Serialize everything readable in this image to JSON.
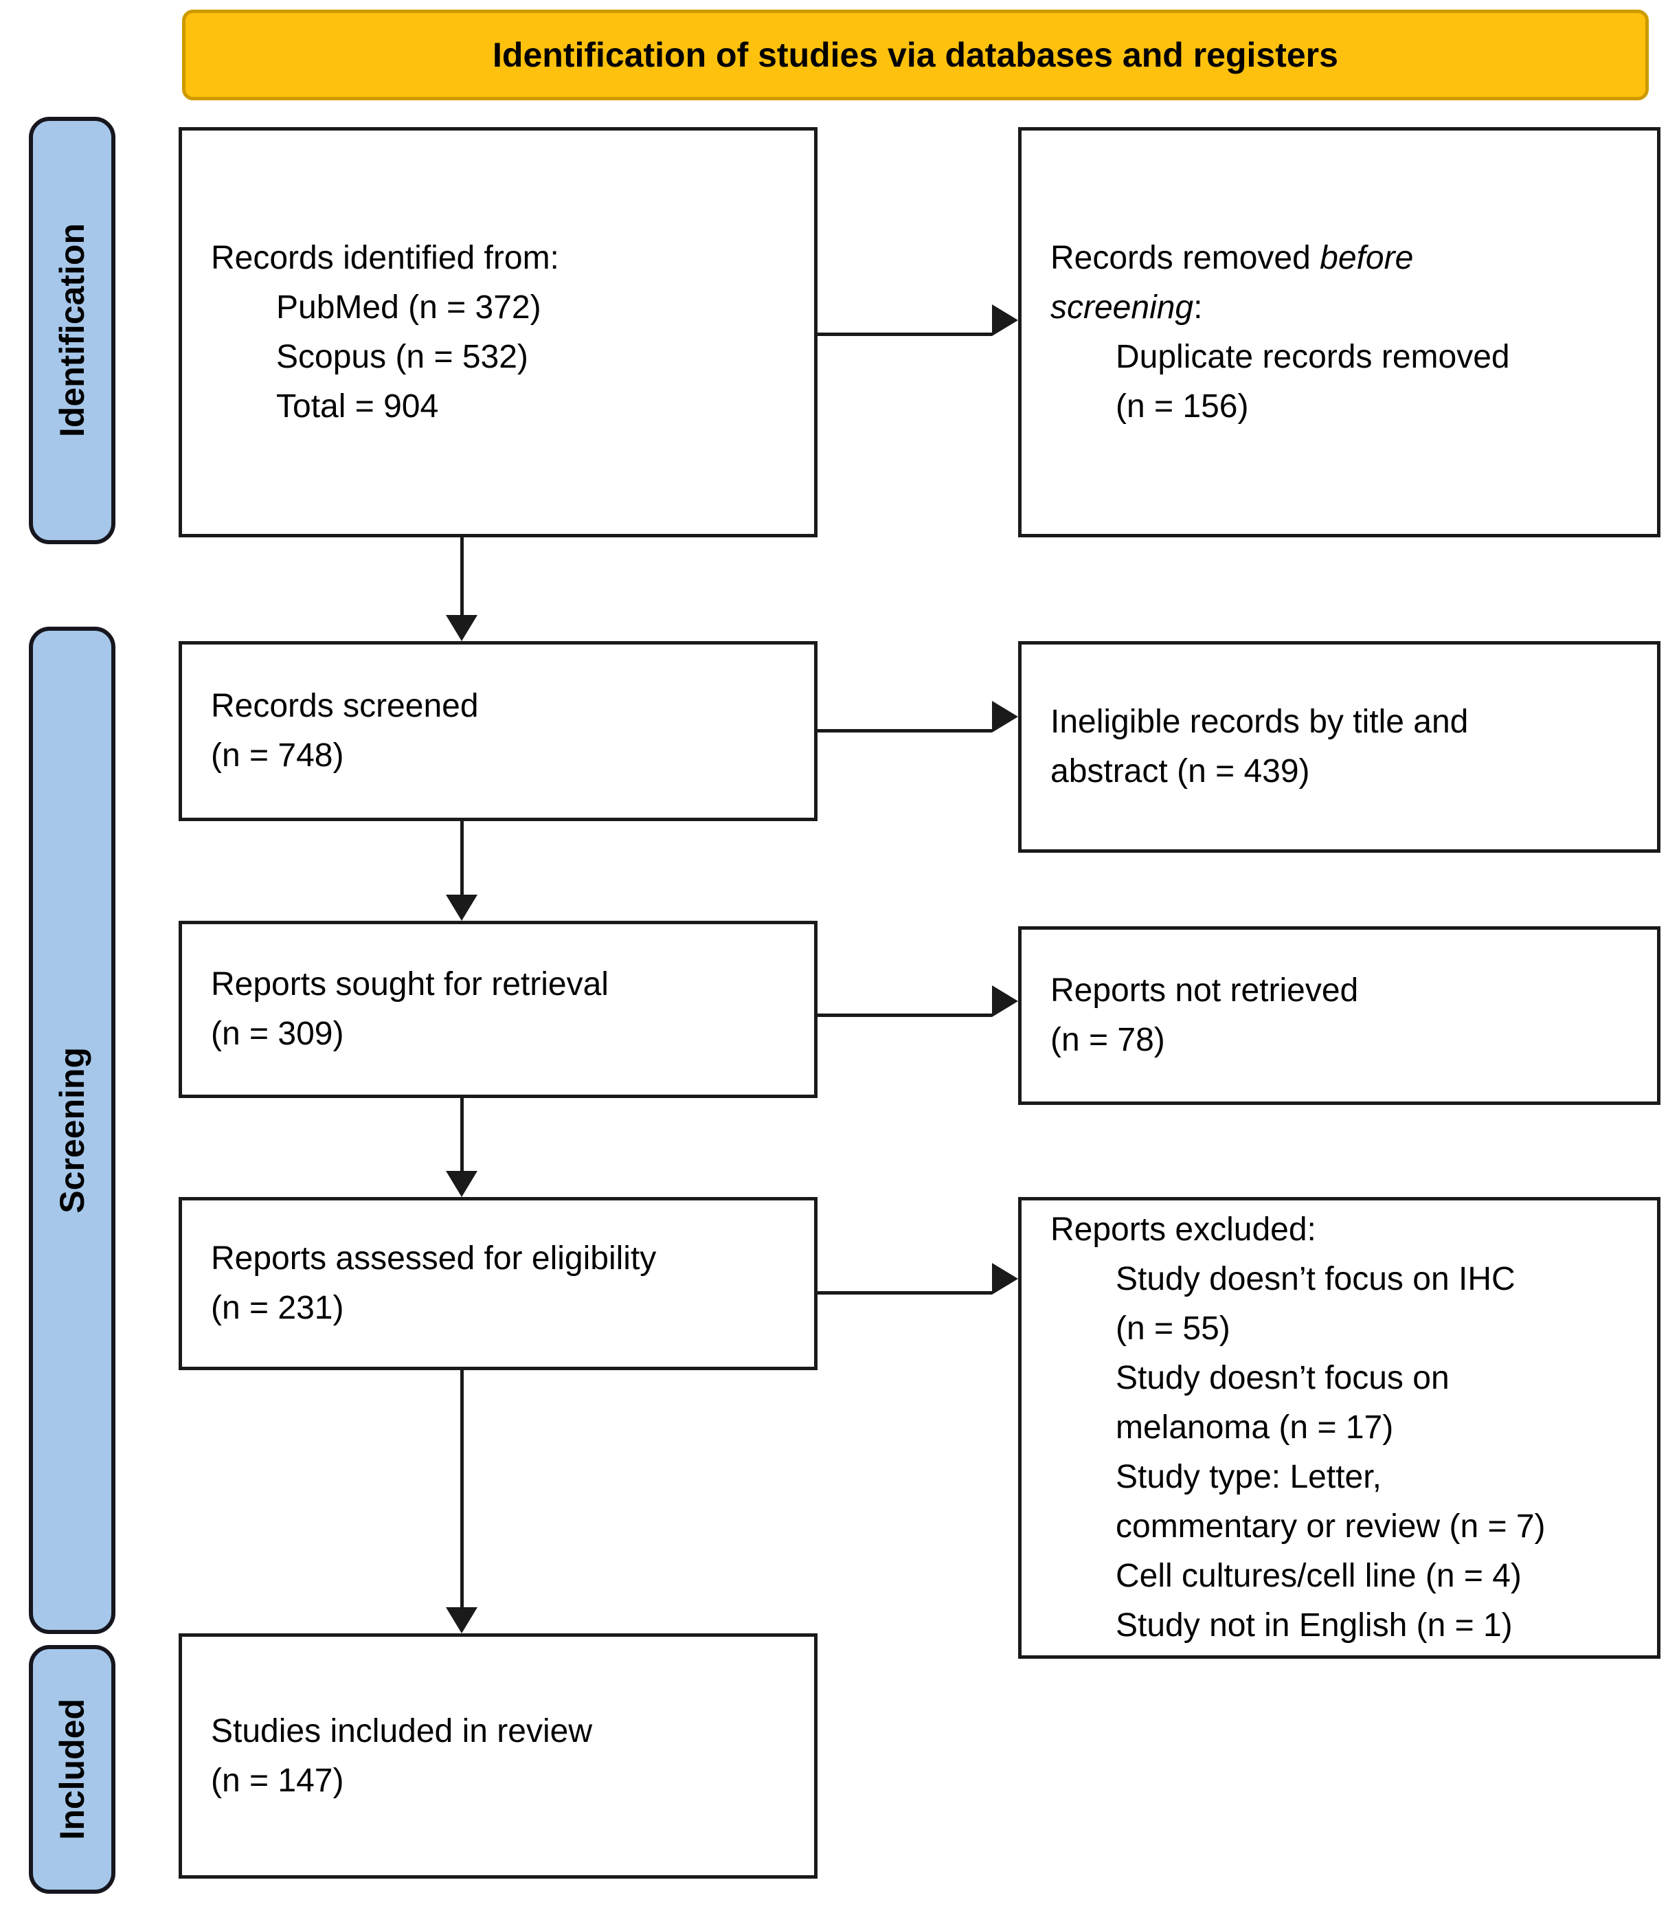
{
  "banner": {
    "title": "Identification of studies via databases and registers"
  },
  "sidebar": {
    "identification_label": "Identification",
    "screening_label": "Screening",
    "included_label": "Included"
  },
  "boxes": {
    "records_identified": {
      "title": "Records identified from:",
      "items": [
        "PubMed (n = 372)",
        "Scopus (n = 532)",
        "Total = 904"
      ]
    },
    "records_removed": {
      "line1_regular": "Records removed ",
      "line1_italic": "before",
      "line2_italic": "screening",
      "line2_regular": ":",
      "items": [
        "Duplicate records removed",
        "(n = 156)"
      ]
    },
    "records_screened": {
      "lines": [
        "Records screened",
        "(n = 748)"
      ]
    },
    "ineligible_records": {
      "lines": [
        "Ineligible records by title and",
        "abstract (n = 439)"
      ]
    },
    "reports_sought": {
      "lines": [
        "Reports sought for retrieval",
        "(n = 309)"
      ]
    },
    "reports_not_retrieved": {
      "lines": [
        "Reports not retrieved",
        "(n = 78)"
      ]
    },
    "reports_assessed": {
      "lines": [
        "Reports assessed for eligibility",
        "(n = 231)"
      ]
    },
    "reports_excluded": {
      "title": "Reports excluded:",
      "items": [
        "Study doesn’t focus on IHC",
        "(n = 55)",
        "Study doesn’t focus on",
        "melanoma (n = 17)",
        "Study type: Letter,",
        "commentary or review (n = 7)",
        "Cell cultures/cell line (n = 4)",
        "Study not in English (n = 1)"
      ]
    },
    "studies_included": {
      "lines": [
        "Studies included in review",
        "(n = 147)"
      ]
    }
  },
  "colors": {
    "banner_fill": "#FEC10D",
    "banner_border": "#CE9A00",
    "stage_fill": "#A6C7E9",
    "box_border": "#1A1A1A",
    "arrow": "#1A1A1A"
  }
}
